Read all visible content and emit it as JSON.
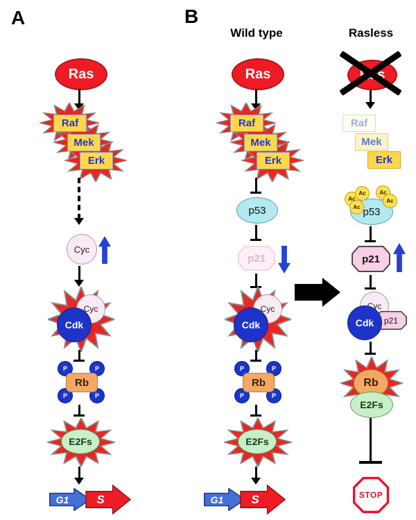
{
  "panel": {
    "a": "A",
    "b": "B"
  },
  "columns": {
    "wild_type": "Wild type",
    "rasless": "Rasless"
  },
  "nodes": {
    "ras": "Ras",
    "raf": "Raf",
    "mek": "Mek",
    "erk": "Erk",
    "cyc": "Cyc",
    "cdk": "Cdk",
    "p53": "p53",
    "p21": "p21",
    "rb": "Rb",
    "e2fs": "E2Fs",
    "phospho": "P",
    "acetyl": "Ac"
  },
  "cell_cycle": {
    "g1": "G1",
    "s": "S",
    "stop": "STOP"
  },
  "colors": {
    "ras_red": "#ed1c24",
    "starburst_red": "#e82722",
    "cascade_yellow": "#ffd84a",
    "cascade_text_blue": "#2135cf",
    "cdk_blue": "#1e34c8",
    "cyclin_pink": "#faeaf4",
    "p53_cyan": "#b2e9f2",
    "p21_pink": "#f8cfe6",
    "rb_orange": "#f3a964",
    "e2f_green": "#c8efc8",
    "phospho_blue": "#1a35cc",
    "acetyl_yellow": "#ffe14d",
    "g1_blue": "#4472d4",
    "s_red": "#ee1c25",
    "stop_red": "#e8112d",
    "regulation_arrow_blue": "#2443d4"
  }
}
